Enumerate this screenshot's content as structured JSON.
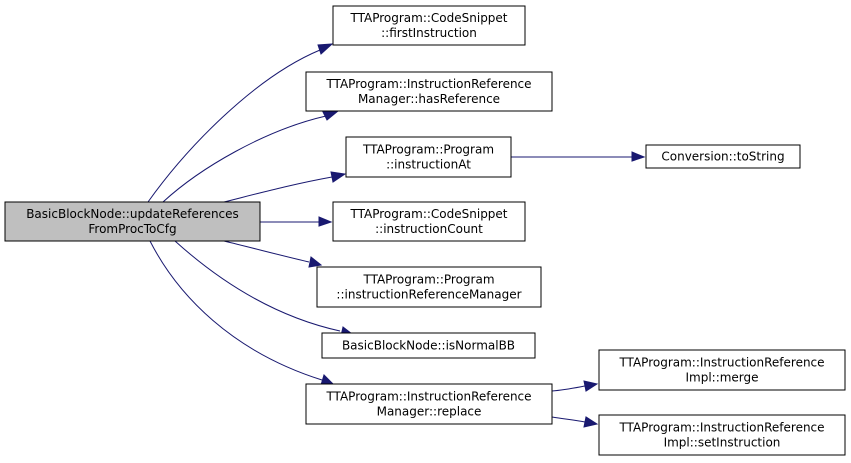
{
  "diagram": {
    "type": "call-graph",
    "colors": {
      "edge": "#191970",
      "root_fill": "#bfbfbf",
      "node_fill": "#ffffff",
      "border": "#000000"
    },
    "nodes": [
      {
        "id": "root",
        "lines": [
          "BasicBlockNode::updateReferences",
          "FromProcToCfg"
        ],
        "root": true
      },
      {
        "id": "first_instruction",
        "lines": [
          "TTAProgram::CodeSnippet",
          "::firstInstruction"
        ]
      },
      {
        "id": "has_reference",
        "lines": [
          "TTAProgram::InstructionReference",
          "Manager::hasReference"
        ]
      },
      {
        "id": "instruction_at",
        "lines": [
          "TTAProgram::Program",
          "::instructionAt"
        ]
      },
      {
        "id": "to_string",
        "lines": [
          "Conversion::toString"
        ]
      },
      {
        "id": "instruction_count",
        "lines": [
          "TTAProgram::CodeSnippet",
          "::instructionCount"
        ]
      },
      {
        "id": "instruction_reference_manager",
        "lines": [
          "TTAProgram::Program",
          "::instructionReferenceManager"
        ]
      },
      {
        "id": "is_normal_bb",
        "lines": [
          "BasicBlockNode::isNormalBB"
        ]
      },
      {
        "id": "replace",
        "lines": [
          "TTAProgram::InstructionReference",
          "Manager::replace"
        ]
      },
      {
        "id": "merge",
        "lines": [
          "TTAProgram::InstructionReference",
          "Impl::merge"
        ]
      },
      {
        "id": "set_instruction",
        "lines": [
          "TTAProgram::InstructionReference",
          "Impl::setInstruction"
        ]
      }
    ],
    "edges": [
      {
        "from": "root",
        "to": "first_instruction"
      },
      {
        "from": "root",
        "to": "has_reference"
      },
      {
        "from": "root",
        "to": "instruction_at"
      },
      {
        "from": "root",
        "to": "instruction_count"
      },
      {
        "from": "root",
        "to": "instruction_reference_manager"
      },
      {
        "from": "root",
        "to": "is_normal_bb"
      },
      {
        "from": "root",
        "to": "replace"
      },
      {
        "from": "instruction_at",
        "to": "to_string"
      },
      {
        "from": "replace",
        "to": "merge"
      },
      {
        "from": "replace",
        "to": "set_instruction"
      }
    ]
  }
}
